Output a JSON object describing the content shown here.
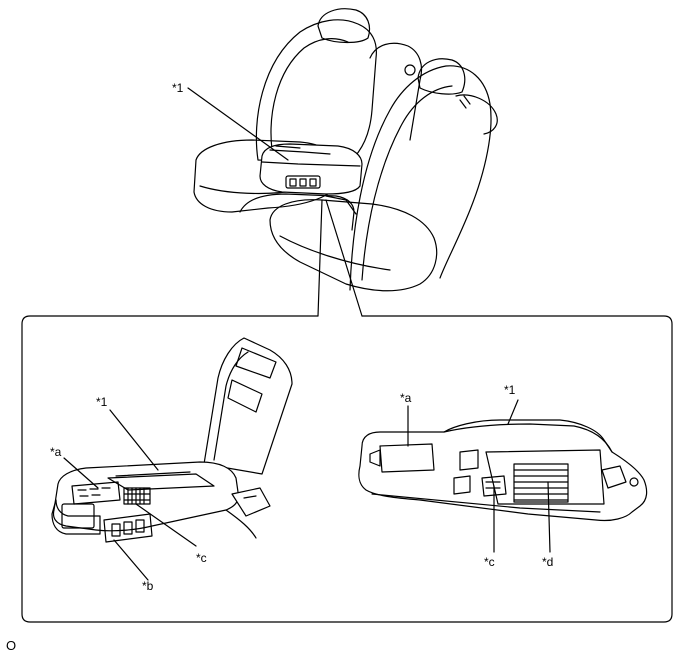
{
  "labels": {
    "top_1": "*1",
    "left_1": "*1",
    "left_a": "*a",
    "left_b": "*b",
    "left_c": "*c",
    "right_a": "*a",
    "right_1": "*1",
    "right_c": "*c",
    "right_d": "*d"
  },
  "footer": {
    "code": "O"
  }
}
